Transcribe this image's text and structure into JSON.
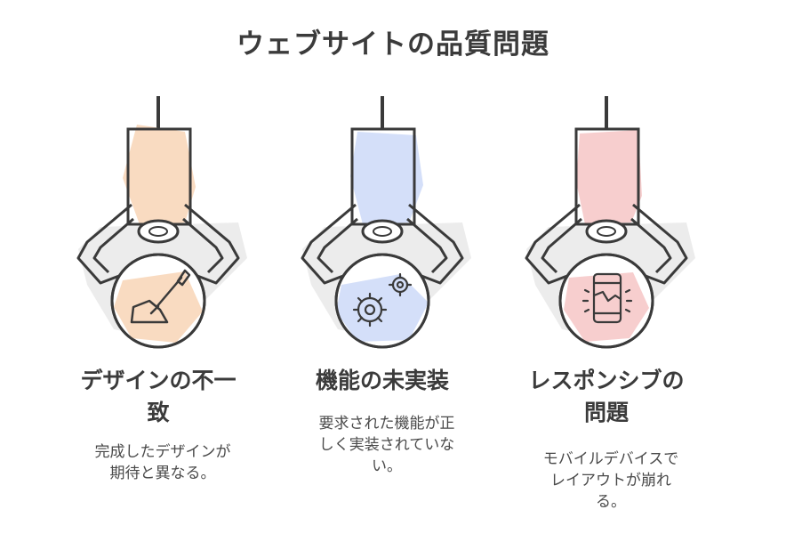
{
  "title": "ウェブサイトの品質問題",
  "items": [
    {
      "heading_line1": "デザインの不一",
      "heading_line2": "致",
      "desc_line1": "完成したデザインが",
      "desc_line2": "期待と異なる。",
      "desc_line3": "",
      "accent": "#f8d5b6",
      "icon": "paintbrush-icon"
    },
    {
      "heading_line1": "機能の未実装",
      "heading_line2": "",
      "desc_line1": "要求された機能が正",
      "desc_line2": "しく実装されていな",
      "desc_line3": "い。",
      "accent": "#cfdcf8",
      "icon": "gears-icon"
    },
    {
      "heading_line1": "レスポンシブの",
      "heading_line2": "問題",
      "desc_line1": "モバイルデバイスで",
      "desc_line2": "レイアウトが崩れ",
      "desc_line3": "る。",
      "accent": "#f6c9c9",
      "icon": "broken-phone-icon"
    }
  ]
}
